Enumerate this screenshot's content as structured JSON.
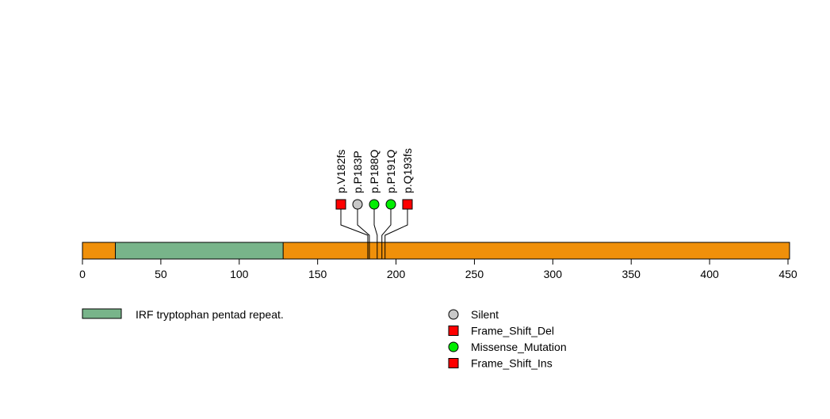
{
  "protein": {
    "length": 451,
    "axis_ticks": [
      0,
      50,
      100,
      150,
      200,
      250,
      300,
      350,
      400,
      450
    ]
  },
  "colors": {
    "backbone": "#F0900A",
    "domain": "#78B48A",
    "Silent": "#C8C8C8",
    "Frame_Shift_Del": "#FF0000",
    "Missense_Mutation": "#00EE00",
    "Frame_Shift_Ins": "#FF0000"
  },
  "domains": [
    {
      "name": "IRF tryptophan pentad repeat.",
      "start": 21,
      "end": 128
    }
  ],
  "mutations": [
    {
      "label": "p.V182fs",
      "position": 182,
      "type": "Frame_Shift_Del",
      "shape": "square"
    },
    {
      "label": "p.P183P",
      "position": 183,
      "type": "Silent",
      "shape": "circle"
    },
    {
      "label": "p.P188Q",
      "position": 188,
      "type": "Missense_Mutation",
      "shape": "circle"
    },
    {
      "label": "p.P191Q",
      "position": 191,
      "type": "Missense_Mutation",
      "shape": "circle"
    },
    {
      "label": "p.Q193fs",
      "position": 193,
      "type": "Frame_Shift_Ins",
      "shape": "square"
    }
  ],
  "legend": {
    "domains": [
      {
        "label": "IRF tryptophan pentad repeat."
      }
    ],
    "mutation_types": [
      {
        "label": "Silent",
        "shape": "circle"
      },
      {
        "label": "Frame_Shift_Del",
        "shape": "square"
      },
      {
        "label": "Missense_Mutation",
        "shape": "circle"
      },
      {
        "label": "Frame_Shift_Ins",
        "shape": "square"
      }
    ]
  }
}
